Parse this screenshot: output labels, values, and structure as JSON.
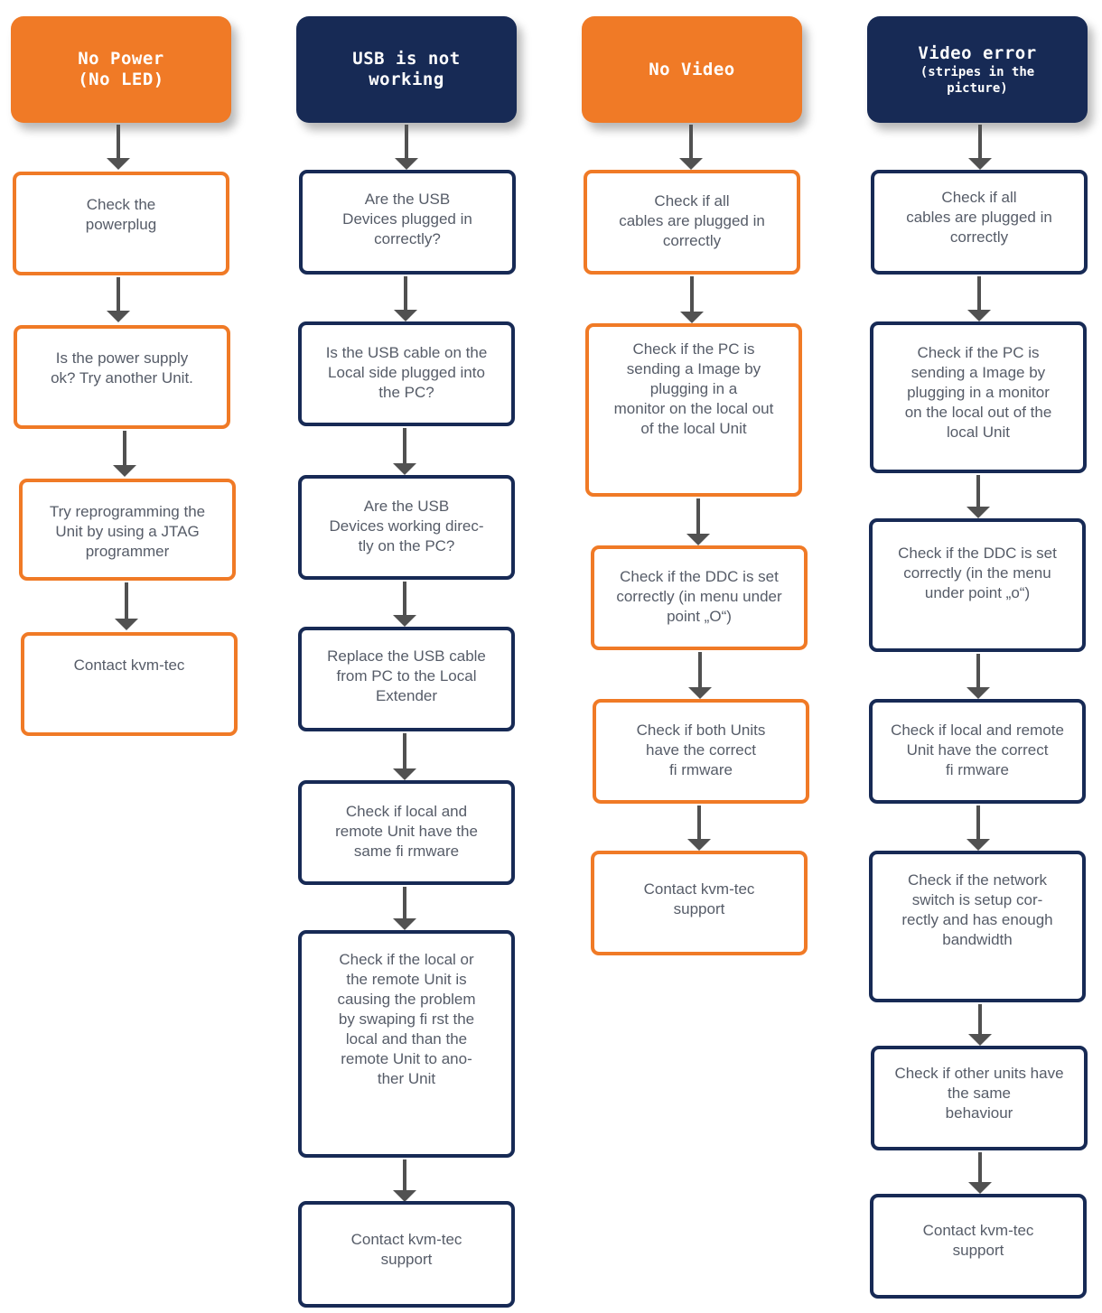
{
  "colors": {
    "orange": "#f07a26",
    "navy": "#172a55",
    "arrow": "#515151",
    "text": "#565c68"
  },
  "columns": [
    {
      "header": {
        "title": "No Power\n(No LED)",
        "subtitle": ""
      },
      "steps": [
        "Check the\npowerplug",
        "Is the power supply\nok? Try another Unit.",
        "Try reprogramming the\nUnit by using a JTAG\nprogrammer",
        "Contact kvm-tec"
      ]
    },
    {
      "header": {
        "title": "USB is not\nworking",
        "subtitle": ""
      },
      "steps": [
        "Are the USB\nDevices plugged in\ncorrectly?",
        "Is the USB cable on the\nLocal side plugged into\nthe PC?",
        "Are the USB\nDevices working direc-\ntly on the PC?",
        "Replace the USB cable\nfrom PC to the Local\nExtender",
        "Check if local and\nremote Unit have the\nsame fi rmware",
        "Check if the local or\nthe remote Unit is\ncausing the problem\nby swaping fi rst the\nlocal and than the\nremote Unit to ano-\nther Unit",
        "Contact kvm-tec\nsupport"
      ]
    },
    {
      "header": {
        "title": "No Video",
        "subtitle": ""
      },
      "steps": [
        "Check if all\ncables are plugged in\ncorrectly",
        "Check if the PC is\nsending a Image by\nplugging in a\nmonitor on the local out\nof the local Unit",
        "Check if the DDC is set\ncorrectly (in menu under\npoint „O“)",
        "Check if both Units\nhave the correct\nfi rmware",
        "Contact kvm-tec\nsupport"
      ]
    },
    {
      "header": {
        "title": "Video error",
        "subtitle": "(stripes in the\npicture)"
      },
      "steps": [
        "Check if all\ncables are plugged in\ncorrectly",
        "Check if the PC is\nsending a Image by\nplugging in a monitor\non the local out of the\nlocal Unit",
        "Check if the DDC is set\ncorrectly (in the menu\nunder point „o“)",
        "Check if local and remote\nUnit have the correct\nfi rmware",
        "Check if the network\nswitch is setup cor-\nrectly and has enough\nbandwidth",
        "Check if other units have\nthe same\nbehaviour",
        "Contact kvm-tec\nsupport"
      ]
    }
  ]
}
